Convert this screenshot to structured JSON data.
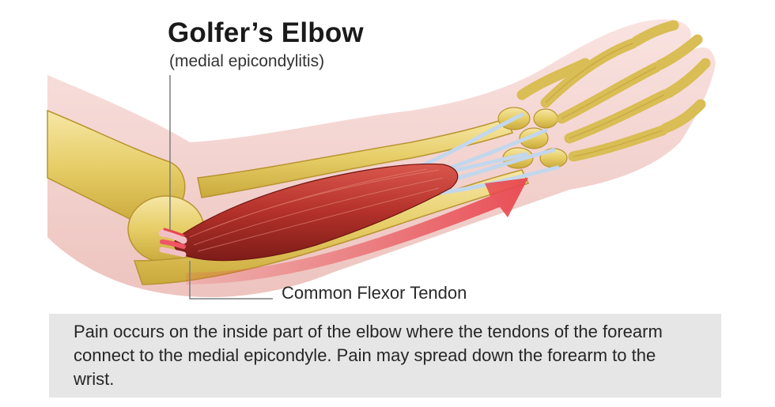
{
  "title": "Golfer’s Elbow",
  "subtitle": "(medial epicondylitis)",
  "callout_label": "Common Flexor Tendon",
  "caption": "Pain occurs on the inside part of the elbow where the tendons of the forearm connect to the medial epicondyle. Pain may spread down the forearm to the wrist.",
  "colors": {
    "skin": "#f4d3cf",
    "bone": "#e8cf6a",
    "muscle": "#b5322b",
    "tendon": "#bfd4ea",
    "pain_arrow": "#e8474f",
    "caption_bg": "#e6e6e6"
  }
}
